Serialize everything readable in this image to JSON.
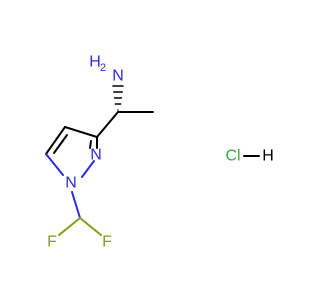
{
  "structure": {
    "atom_labels": {
      "amine_h": "H",
      "amine_h2_sub": "2",
      "amine_n": "N",
      "ring_n2": "N",
      "ring_n1": "N",
      "fluorine_left": "F",
      "fluorine_right": "F"
    },
    "salt": {
      "chlorine": "Cl",
      "hydrogen": "H"
    },
    "colors": {
      "nitrogen": "#2c2cdb",
      "fluorine": "#8a9a1a",
      "chlorine": "#3aa83a",
      "carbon": "#000000"
    }
  }
}
